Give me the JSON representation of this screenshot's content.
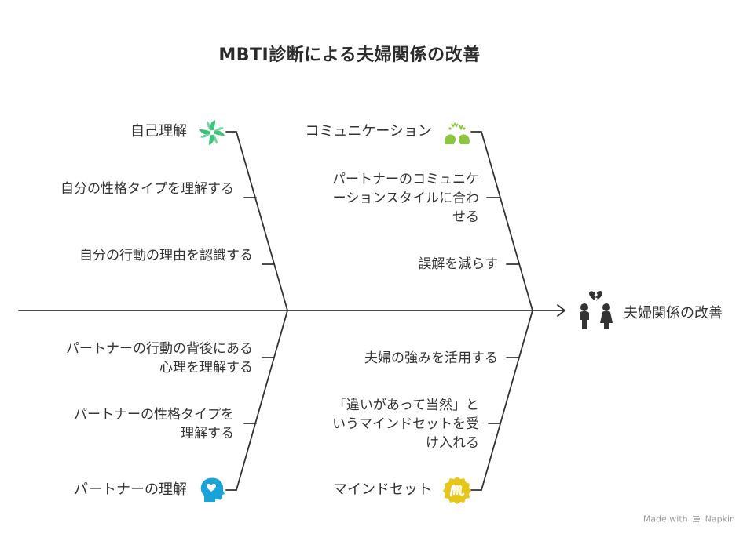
{
  "title": "MBTI診断による夫婦関係の改善",
  "effect": {
    "label": "夫婦関係の改善",
    "icon": "couple-broken-heart-icon"
  },
  "categories": [
    {
      "label": "自己理解",
      "icon": "swirl-flower-icon",
      "color": "#3cc47c",
      "causes": [
        "自分の性格タイプを理解する",
        "自分の行動の理由を認識する"
      ]
    },
    {
      "label": "コミュニケーション",
      "icon": "two-heads-talking-icon",
      "color": "#8cc63f",
      "causes": [
        "パートナーのコミュニケーションスタイルに合わせる",
        "誤解を減らす"
      ]
    },
    {
      "label": "パートナーの理解",
      "icon": "head-with-heart-icon",
      "color": "#1aa3d9",
      "causes": [
        "パートナーの行動の背後にある心理を理解する",
        "パートナーの性格タイプを理解する"
      ]
    },
    {
      "label": "マインドセット",
      "icon": "m-badge-icon",
      "color": "#e6c619",
      "causes": [
        "夫婦の強みを活用する",
        "「違いがあって当然」というマインドセットを受け入れる"
      ]
    }
  ],
  "footer": {
    "text": "Made with",
    "brand": "Napkin",
    "icon": "napkin-logo-icon"
  }
}
